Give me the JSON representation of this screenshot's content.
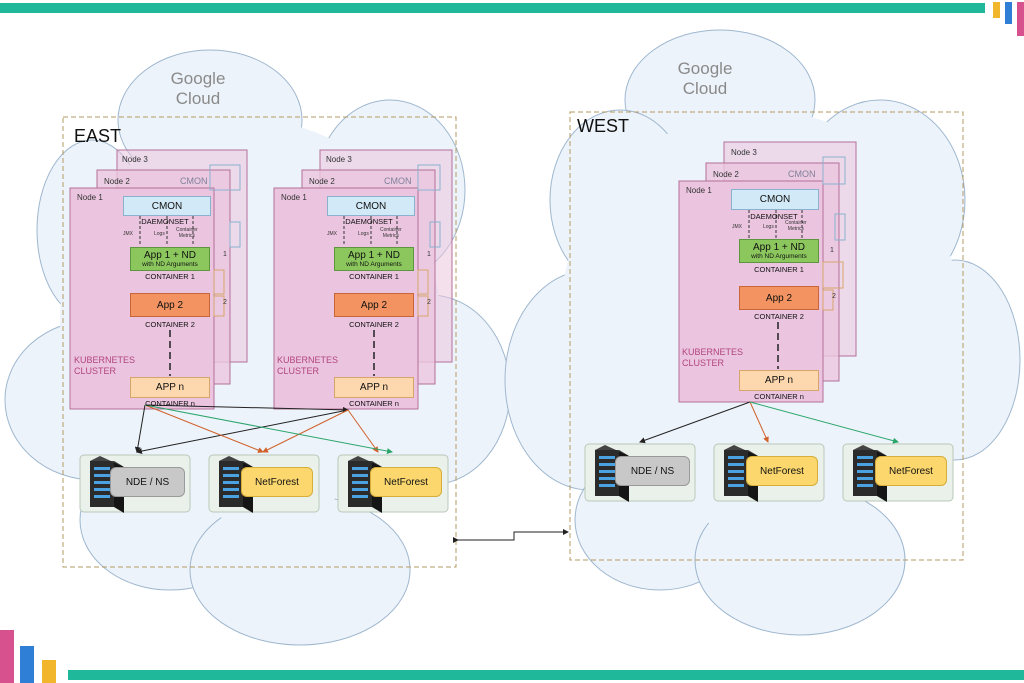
{
  "regions": {
    "east": {
      "label": "EAST",
      "cloud_label": [
        "Google",
        "Cloud"
      ]
    },
    "west": {
      "label": "WEST",
      "cloud_label": [
        "Google",
        "Cloud"
      ]
    }
  },
  "node_labels": {
    "node1": "Node 1",
    "node2": "Node 2",
    "node3": "Node 3"
  },
  "components": {
    "cmon": "CMON",
    "daemonset": "DAEMONSET",
    "jmx": "JMX",
    "logs": "Logs",
    "container_metrics": [
      "Container",
      "Metrics"
    ],
    "app1": "App 1 + ND",
    "app1_sub": "with ND Arguments",
    "container1": "CONTAINER 1",
    "app2": "App 2",
    "container2": "CONTAINER 2",
    "appn": "APP n",
    "containern": "CONTAINER n",
    "kubernetes": [
      "KUBERNETES",
      "CLUSTER"
    ],
    "ghost_1": "1",
    "ghost_2": "2"
  },
  "servers": {
    "nde": "NDE / NS",
    "netforest": "NetForest"
  },
  "colors": {
    "top_bar": "#1fb89a",
    "bottom_bar": "#1fb89a",
    "cloud_fill": "#edf3fa",
    "cloud_stroke": "#9fb7cf",
    "node_fill": "#ebc5df",
    "node_stroke": "#b46f99",
    "dashed_border": "#b59a62",
    "arrow_black": "#222222",
    "arrow_orange": "#d0622b",
    "arrow_green": "#2aa56a",
    "deco_yellow": "#f2b62c",
    "deco_blue": "#2f7fd6",
    "deco_pink": "#d8518f",
    "deco_teal": "#1fb89a"
  }
}
